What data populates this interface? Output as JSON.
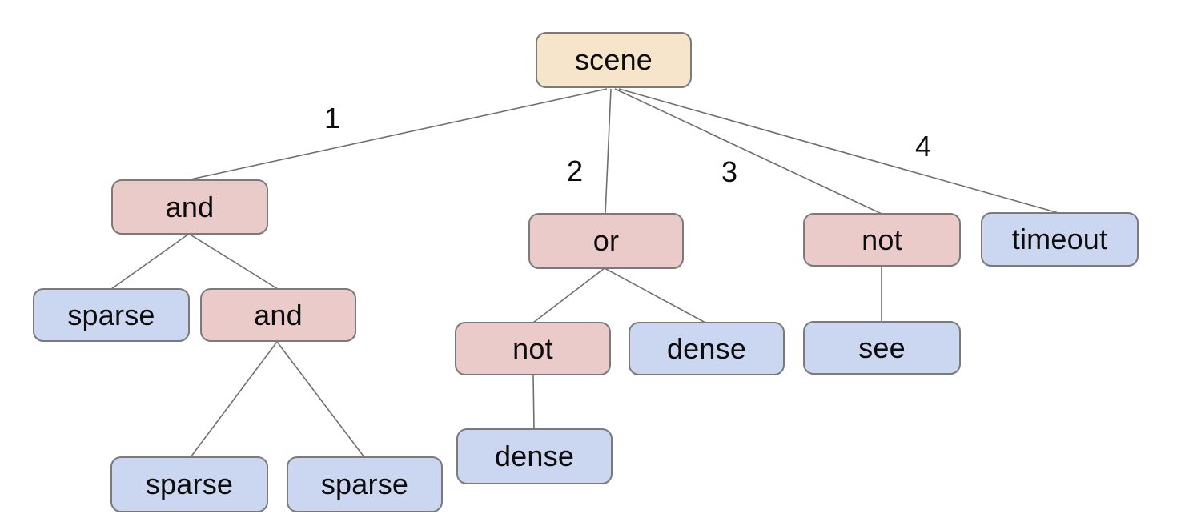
{
  "colors": {
    "background": "#ffffff",
    "root_fill": "#f6e5cb",
    "operator_fill": "#ebcbca",
    "leaf_fill": "#cbd6f1",
    "node_border": "#7a7a7a",
    "edge_stroke": "#6f6f6f",
    "text": "#0c0c0c"
  },
  "tree": {
    "nodes": {
      "scene": {
        "label": "scene",
        "kind": "root"
      },
      "and1": {
        "label": "and",
        "kind": "operator"
      },
      "or1": {
        "label": "or",
        "kind": "operator"
      },
      "not1": {
        "label": "not",
        "kind": "operator"
      },
      "timeout1": {
        "label": "timeout",
        "kind": "leaf"
      },
      "sparse1": {
        "label": "sparse",
        "kind": "leaf"
      },
      "and2": {
        "label": "and",
        "kind": "operator"
      },
      "not2": {
        "label": "not",
        "kind": "operator"
      },
      "dense1": {
        "label": "dense",
        "kind": "leaf"
      },
      "see1": {
        "label": "see",
        "kind": "leaf"
      },
      "dense2": {
        "label": "dense",
        "kind": "leaf"
      },
      "sparse2": {
        "label": "sparse",
        "kind": "leaf"
      },
      "sparse3": {
        "label": "sparse",
        "kind": "leaf"
      }
    },
    "edge_labels": {
      "branch1": "1",
      "branch2": "2",
      "branch3": "3",
      "branch4": "4"
    },
    "structure": {
      "label": "scene",
      "children": [
        {
          "branch": "1",
          "label": "and",
          "children": [
            {
              "label": "sparse"
            },
            {
              "label": "and",
              "children": [
                {
                  "label": "sparse"
                },
                {
                  "label": "sparse"
                }
              ]
            }
          ]
        },
        {
          "branch": "2",
          "label": "or",
          "children": [
            {
              "label": "not",
              "children": [
                {
                  "label": "dense"
                }
              ]
            },
            {
              "label": "dense"
            }
          ]
        },
        {
          "branch": "3",
          "label": "not",
          "children": [
            {
              "label": "see"
            }
          ]
        },
        {
          "branch": "4",
          "label": "timeout"
        }
      ]
    }
  }
}
